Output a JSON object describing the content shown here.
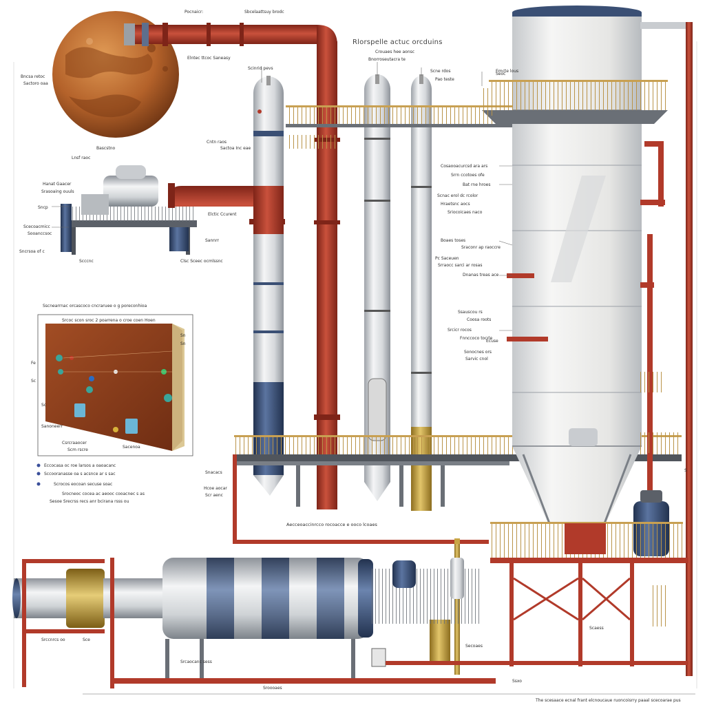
{
  "diagram": {
    "title": "Rlorspelle actuc orcduins",
    "colors": {
      "pipe_red": "#b13a2a",
      "pipe_red_dark": "#7e2418",
      "steel": "#c9ccd0",
      "steel_light": "#eef0f2",
      "navy_band": "#3a4f74",
      "brass": "#c9a545",
      "planet": "#b4622a",
      "panel": "#8a3b1c",
      "rail": "#c8a052"
    },
    "icons": [
      "planet",
      "distillation-column",
      "storage-tank",
      "control-panel",
      "heat-exchanger",
      "pump-skid",
      "walkway-railing"
    ],
    "labels": {
      "top_pipe": [
        "Sbcelaattsuy brodc",
        "Pocnaicr:",
        "Elntec ttcoc Saneasy",
        "Scinrid pevs"
      ],
      "planet_side": [
        "Bncsa retoc",
        "Sactoro oaa"
      ],
      "title_sub": [
        "Crouaes hee aonsc",
        "Bnorroseutacra te"
      ],
      "column_top": [
        "Scne rdos",
        "Pao teste",
        "Emcte lous",
        "Cntn raos"
      ],
      "column_mid": [
        "Sactoa Inc eae",
        "Elctic Ccurent"
      ],
      "pump_skid": [
        "Bascstno",
        "Lnsf raoc",
        "Hanat Gaacer",
        "Srasoaing ouuls",
        "Sncp",
        "Scecoacmicc",
        "Sooanccsoc",
        "Sncrsoa of c",
        "Scccnc",
        "Clsc Sceec ocmlssnc"
      ],
      "pipe_note": [
        "Sannrr"
      ],
      "right_tank": [
        "Seoc",
        "Cosaooacurcsd ara ars",
        "Srrn ccotoes ofe",
        "Bat rne hroes",
        "Scnac erol dc rcolor",
        "Hraetsnc aocs",
        "Sriocoicaes naco",
        "Boaes toses",
        "Sraconr ap raoccre",
        "Pc Saceuen",
        "Srraocc sarci ar rosas",
        "Dnanas treas ace",
        "Ssauscou rs",
        "Coosa roots",
        "Srcicr rocos",
        "Fnnccoco tocrle",
        "Ecuse",
        "Sonocnes ors",
        "Sarvic cnol"
      ],
      "panel_title": "Sscnearrnac orcascoco cncraruee o g poreconhioa",
      "panel_header": "Srcoc scon sroc 2 poarrena o croe coen Hoen",
      "panel_notes": [
        "Sanoneerr",
        "Csrcraaocer",
        "Scm rscre",
        "Sacenoa"
      ],
      "panel_left": [
        "Fe",
        "Sc",
        "Sc"
      ],
      "panel_right": [
        "Sn",
        "Sn"
      ],
      "panel_legend": [
        "Eccocasa oc roe larsos a oaoacanc",
        "Sccooranasse oa s acsnce ar s sac",
        "Scrocos eocoan secuse soac",
        "Srocneoc cocea ac aeooc cooacnec s as",
        "Sesoe Srecrss recs anr bcirana rsss ou"
      ],
      "column_low": [
        "Snacacs",
        "Hcoe aocar",
        "Scr aenc"
      ],
      "mid_note": "Aecceoaccinrcco rocoacce e ooco lcoaes",
      "bottom_left": "Srccnrcs oo",
      "bottom_left2": "Sce",
      "bottom_mid": [
        "Srcaocanc sess",
        "Sroooaes"
      ],
      "bottom_right": [
        "Scaess",
        "Secoaes",
        "Ssxo"
      ],
      "footer": "The scesaace ecnal frant elcnoucaue ruoncoisrry paaal scecoarae pus",
      "corner_right": "S"
    }
  }
}
